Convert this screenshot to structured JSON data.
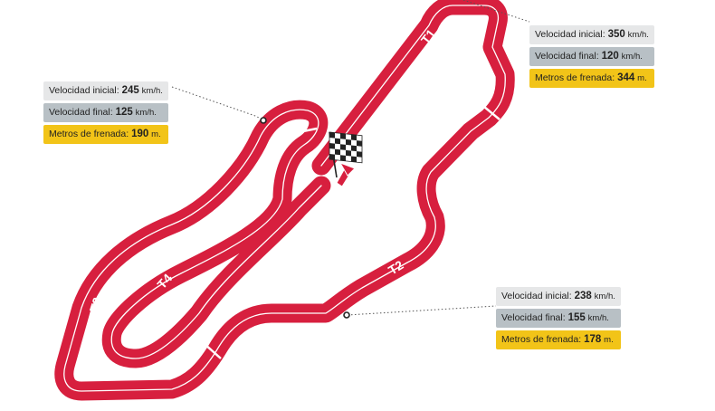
{
  "colors": {
    "track": "#d71f3e",
    "row_initial": "#e6e7e8",
    "row_final": "#b8c0c5",
    "row_braking": "#f2c418"
  },
  "turns": [
    {
      "id": "T1",
      "label": "T1"
    },
    {
      "id": "T2",
      "label": "T2"
    },
    {
      "id": "T3",
      "label": "T3"
    },
    {
      "id": "T4",
      "label": "T4"
    }
  ],
  "icons": {
    "start": "checkered-flag-icon",
    "direction": "direction-arrow-icon"
  },
  "panels": {
    "t1": {
      "initial": {
        "label": "Velocidad inicial:",
        "value": "350",
        "unit": "km/h."
      },
      "final": {
        "label": "Velocidad final:",
        "value": "120",
        "unit": "km/h."
      },
      "braking": {
        "label": "Metros de frenada:",
        "value": "344",
        "unit": "m."
      }
    },
    "t4": {
      "initial": {
        "label": "Velocidad inicial:",
        "value": "245",
        "unit": "km/h."
      },
      "final": {
        "label": "Velocidad final:",
        "value": "125",
        "unit": "km/h."
      },
      "braking": {
        "label": "Metros de frenada:",
        "value": "190",
        "unit": "m."
      }
    },
    "t2": {
      "initial": {
        "label": "Velocidad inicial:",
        "value": "238",
        "unit": "km/h."
      },
      "final": {
        "label": "Velocidad final:",
        "value": "155",
        "unit": "km/h."
      },
      "braking": {
        "label": "Metros de frenada:",
        "value": "178",
        "unit": "m."
      }
    }
  }
}
